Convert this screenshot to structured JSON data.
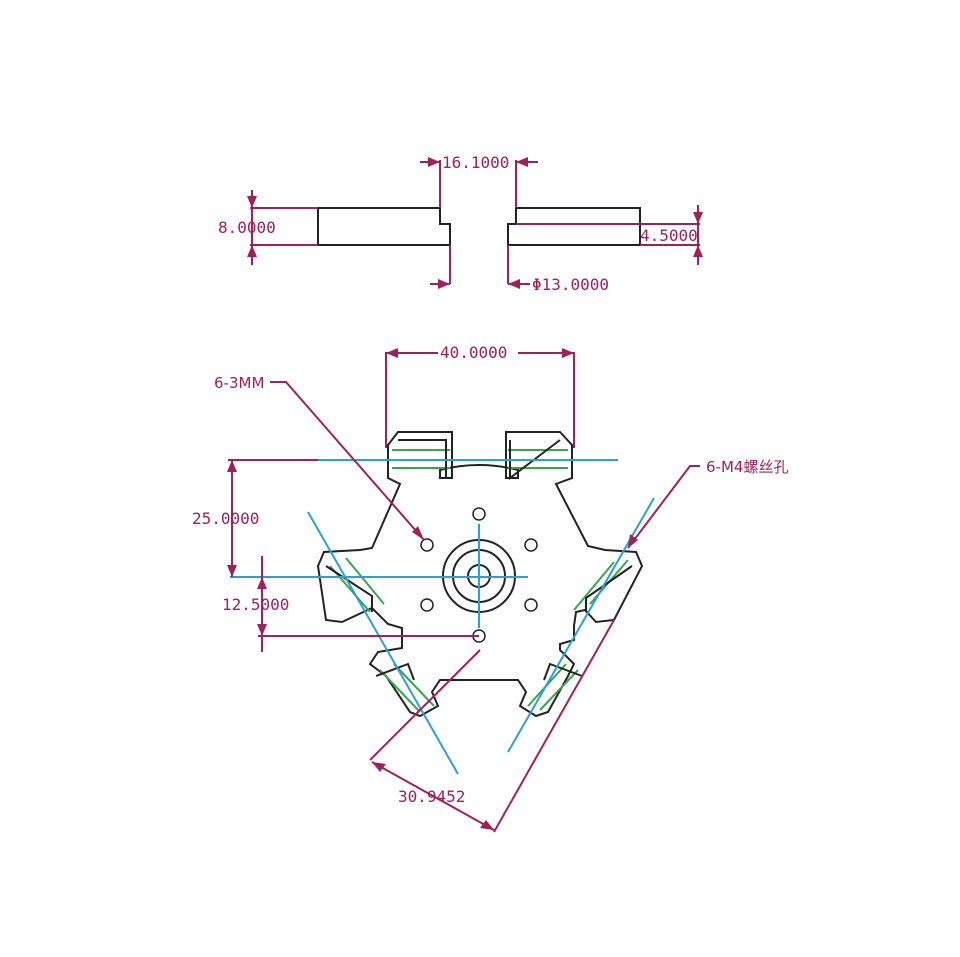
{
  "drawing": {
    "side_view": {
      "dims": {
        "slot_width": "16.1000",
        "thickness": "8.0000",
        "step_depth": "4.5000",
        "bore": "Φ13.0000"
      }
    },
    "top_view": {
      "dims": {
        "span": "40.0000",
        "offset_large": "25.0000",
        "offset_small": "12.5000",
        "diagonal": "30.9452"
      },
      "notes": {
        "holes_3mm": "6-3MM",
        "holes_m4": "6-M4螺丝孔"
      }
    },
    "colors": {
      "dimension": "#a0205a",
      "outline": "#222222",
      "centerline": "#2aa0d8",
      "hidden_line": "#3aa64a"
    }
  }
}
